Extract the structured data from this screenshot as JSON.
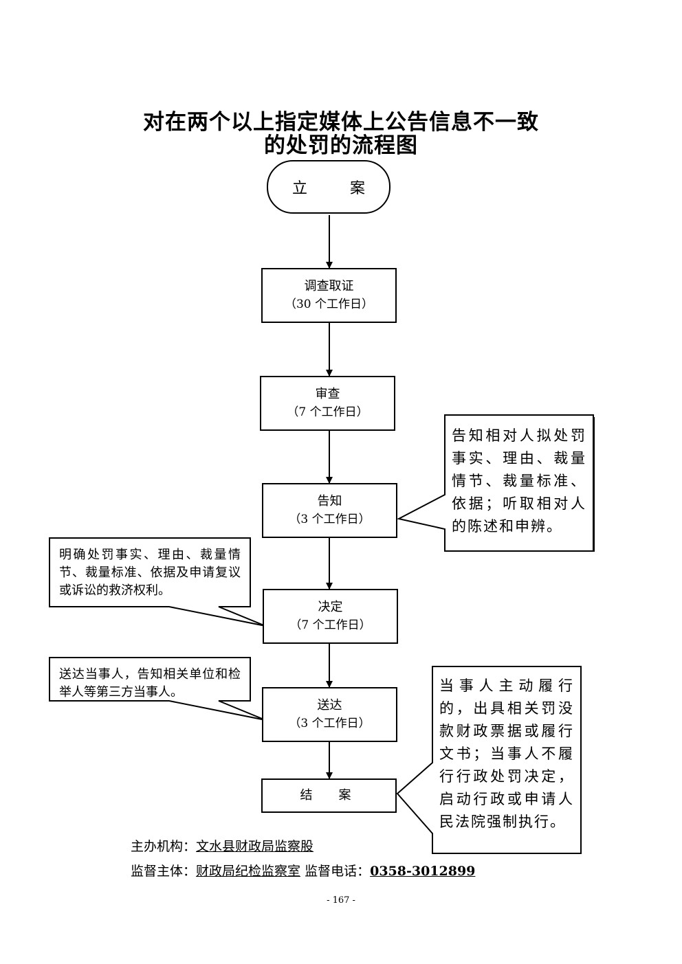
{
  "title": {
    "line1": "对在两个以上指定媒体上公告信息不一致",
    "line2": "的处罚的流程图"
  },
  "steps": {
    "start": "立　案",
    "investigate": {
      "label": "调查取证",
      "duration": "（30 个工作日）"
    },
    "review": {
      "label": "审查",
      "duration": "（7 个工作日）"
    },
    "notify": {
      "label": "告知",
      "duration": "（3 个工作日）"
    },
    "decide": {
      "label": "决定",
      "duration": "（7 个工作日）"
    },
    "deliver": {
      "label": "送达",
      "duration": "（3 个工作日）"
    },
    "close": "结　案"
  },
  "notes": {
    "notify_note": "告知相对人拟处罚事实、理由、裁量情节、裁量标准、依据；听取相对人的陈述和申辨。",
    "decide_note": "明确处罚事实、理由、裁量情节、裁量标准、依据及申请复议或诉讼的救济权利。",
    "deliver_note": "送达当事人，告知相关单位和检举人等第三方当事人。",
    "close_note": "当事人主动履行的，出具相关罚没款财政票据或履行文书；当事人不履行行政处罚决定，启动行政或申请人民法院强制执行。"
  },
  "footer": {
    "org_label": "主办机构：",
    "org_value": "文水县财政局监察股",
    "supervisor_label": "监督主体：",
    "supervisor_value": "财政局纪检监察室",
    "phone_label": "监督电话：",
    "phone_value": "0358-3012899"
  },
  "page_number": "- 167 -"
}
